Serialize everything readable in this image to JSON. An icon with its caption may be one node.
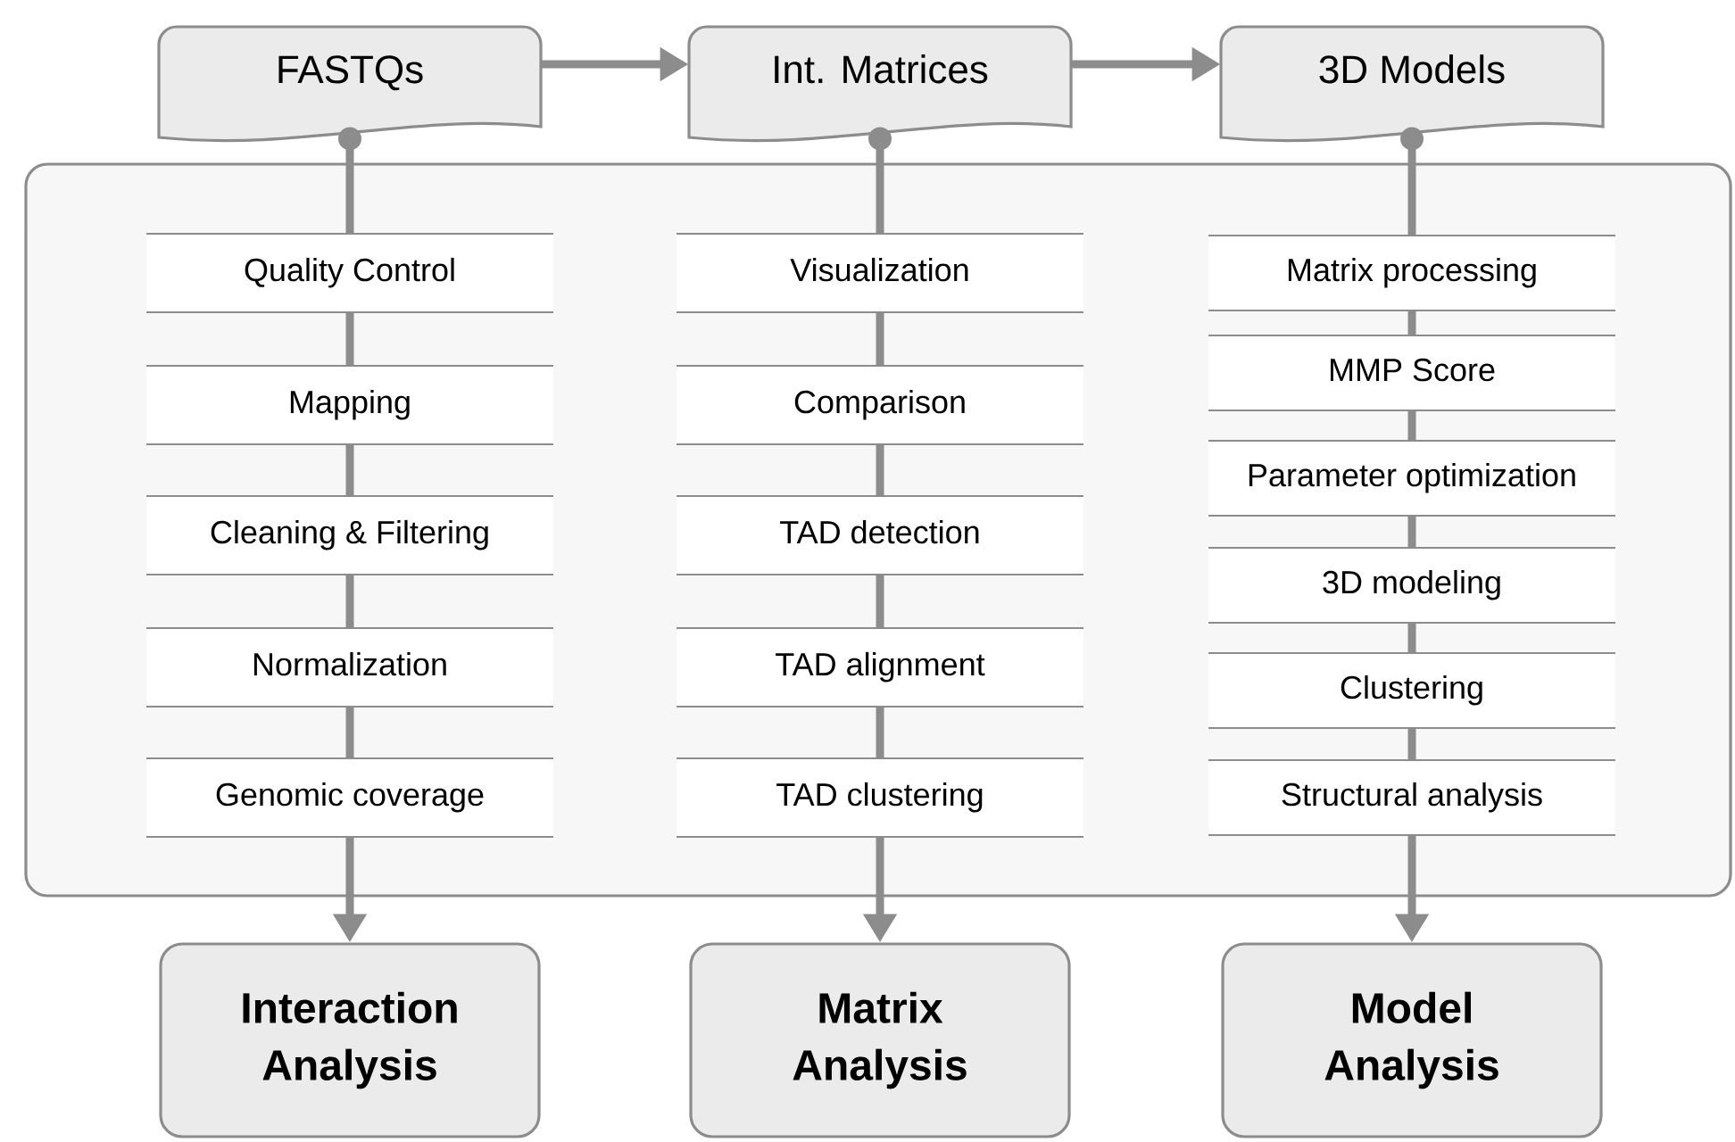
{
  "diagram": {
    "nodes": [
      {
        "text": [
          "FASTQs"
        ]
      },
      {
        "text": [
          "Int. Matrices"
        ]
      },
      {
        "text": [
          "3D Models"
        ]
      },
      {
        "text": [],
        "shape": "box"
      },
      {
        "text": [
          "Quality Control"
        ],
        "in": 3
      },
      {
        "text": [
          "Mapping"
        ],
        "in": 3
      },
      {
        "text": [
          "Cleaning & Filtering"
        ],
        "in": 3
      },
      {
        "text": [
          "Normalization"
        ],
        "in": 3
      },
      {
        "text": [
          "Genomic coverage"
        ],
        "in": 3
      },
      {
        "text": [
          "Visualization"
        ],
        "in": 3
      },
      {
        "text": [
          "Comparison"
        ],
        "in": 3
      },
      {
        "text": [
          "TAD detection"
        ],
        "in": 3
      },
      {
        "text": [
          "TAD alignment"
        ],
        "in": 3
      },
      {
        "text": [
          "TAD clustering"
        ],
        "in": 3
      },
      {
        "text": [
          "Matrix processing"
        ],
        "in": 3
      },
      {
        "text": [
          "MMP Score"
        ],
        "in": 3
      },
      {
        "text": [
          "Parameter optimization"
        ],
        "in": 3
      },
      {
        "text": [
          "3D modeling"
        ],
        "in": 3
      },
      {
        "text": [
          "Clustering"
        ],
        "in": 3
      },
      {
        "text": [
          "Structural analysis"
        ],
        "in": 3
      },
      {
        "text": [
          "Interaction Analysis"
        ]
      },
      {
        "text": [
          "Matrix Analysis"
        ]
      },
      {
        "text": [
          "Model Analysis"
        ]
      }
    ],
    "edges": [
      {
        "from": 0,
        "to": 1,
        "arrow": "to"
      },
      {
        "from": 1,
        "to": 2,
        "arrow": "to"
      },
      {
        "from": 0,
        "to": 4,
        "arrow": "other"
      },
      {
        "from": 4,
        "to": 5,
        "arrow": "none"
      },
      {
        "from": 5,
        "to": 6,
        "arrow": "none"
      },
      {
        "from": 6,
        "to": 7,
        "arrow": "none"
      },
      {
        "from": 7,
        "to": 8,
        "arrow": "none"
      },
      {
        "from": 8,
        "to": 20,
        "arrow": "to"
      },
      {
        "from": 1,
        "to": 9,
        "arrow": "other"
      },
      {
        "from": 9,
        "to": 10,
        "arrow": "none"
      },
      {
        "from": 10,
        "to": 11,
        "arrow": "none"
      },
      {
        "from": 11,
        "to": 12,
        "arrow": "none"
      },
      {
        "from": 12,
        "to": 13,
        "arrow": "none"
      },
      {
        "from": 13,
        "to": 21,
        "arrow": "to"
      },
      {
        "from": 2,
        "to": 14,
        "arrow": "other"
      },
      {
        "from": 14,
        "to": 15,
        "arrow": "none"
      },
      {
        "from": 15,
        "to": 16,
        "arrow": "none"
      },
      {
        "from": 16,
        "to": 17,
        "arrow": "none"
      },
      {
        "from": 17,
        "to": 18,
        "arrow": "none"
      },
      {
        "from": 18,
        "to": 19,
        "arrow": "none"
      },
      {
        "from": 19,
        "to": 22,
        "arrow": "to"
      }
    ]
  }
}
